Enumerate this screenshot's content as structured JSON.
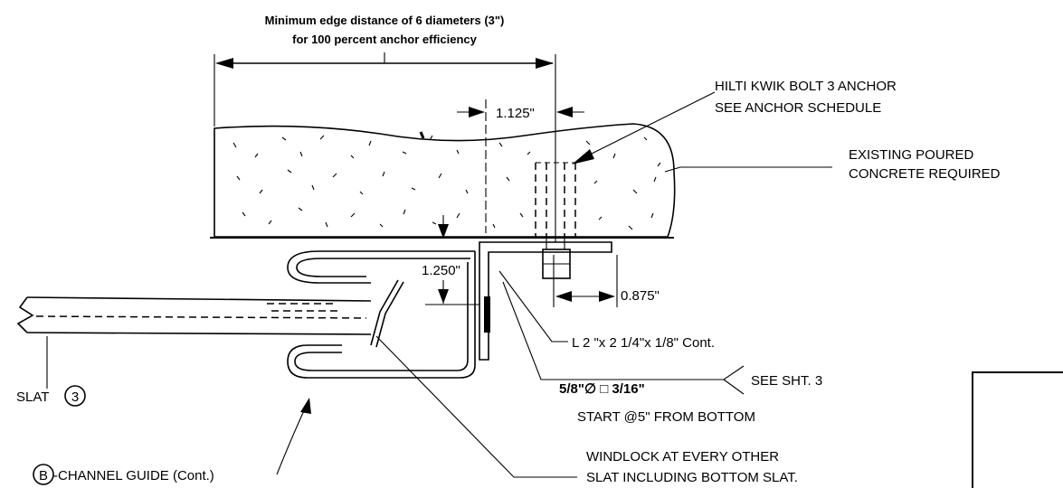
{
  "annotations": {
    "edge_distance_line1": "Minimum edge distance of 6 diameters (3\")",
    "edge_distance_line2": "for 100 percent anchor efficiency",
    "dim_1125": "1.125\"",
    "anchor_line1": "HILTI KWIK BOLT 3 ANCHOR",
    "anchor_line2": "SEE ANCHOR SCHEDULE",
    "concrete_line1": "EXISTING POURED",
    "concrete_line2": "CONCRETE  REQUIRED",
    "dim_1250": "1.250\"",
    "dim_0875": "0.875\"",
    "angle_label": "L 2 \"x 2 1/4\"x 1/8\" Cont.",
    "weld_size": "5/8\"∅  □ 3/16\"",
    "weld_start": "START @5\" FROM BOTTOM",
    "see_sheet": "SEE SHT. 3",
    "slat_label": "SLAT",
    "slat_number": "3",
    "channel_tag": "B",
    "channel_label": "-CHANNEL GUIDE (Cont.)",
    "windlock_line1": "WINDLOCK  AT EVERY OTHER",
    "windlock_line2": "SLAT INCLUDING BOTTOM SLAT."
  }
}
